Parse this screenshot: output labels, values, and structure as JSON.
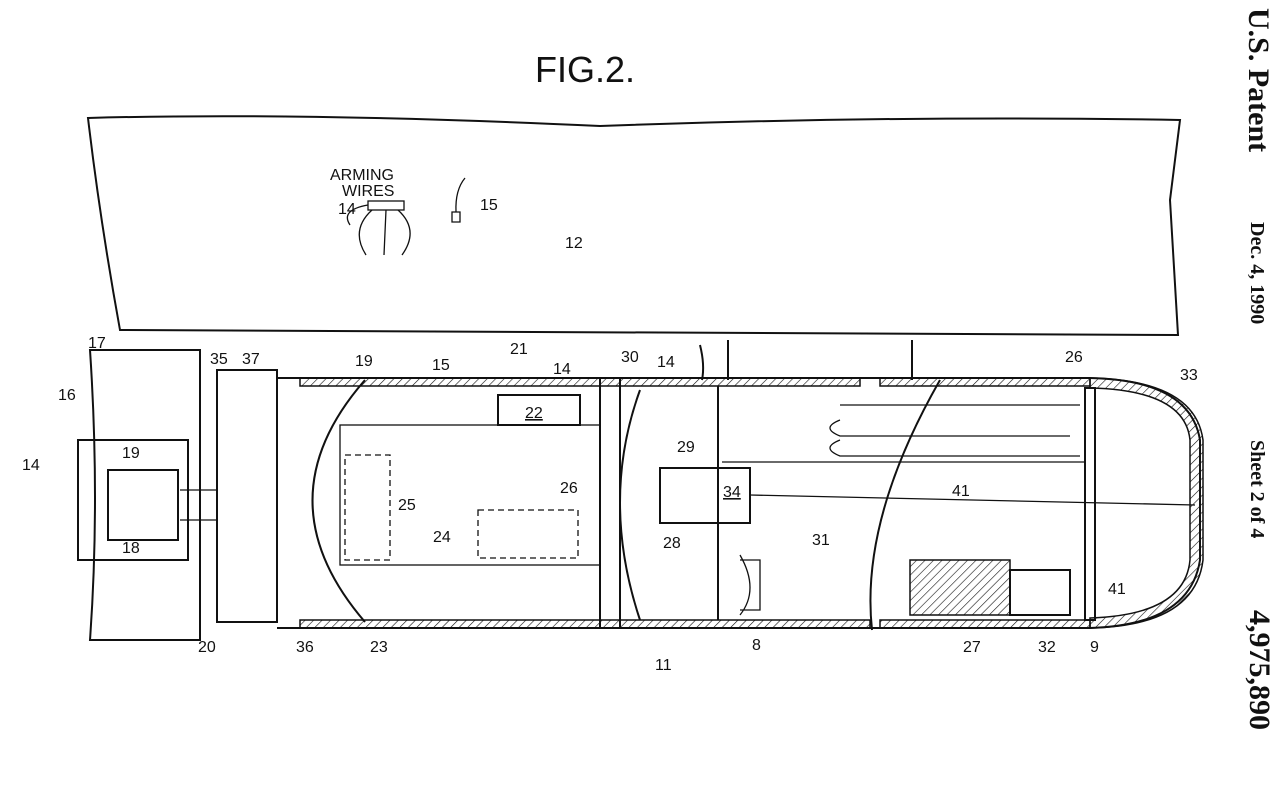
{
  "figure_title": "FIG.2.",
  "sidebar": {
    "patent": "U.S. Patent",
    "date": "Dec. 4, 1990",
    "sheet": "Sheet 2 of 4",
    "number": "4,975,890"
  },
  "arming_wires": [
    "ARMING",
    "WIRES"
  ],
  "labels": [
    "12",
    "14",
    "15",
    "17",
    "16",
    "14",
    "19",
    "18",
    "20",
    "35",
    "37",
    "36",
    "19",
    "15",
    "21",
    "14",
    "22",
    "25",
    "26",
    "24",
    "23",
    "11",
    "30",
    "14",
    "29",
    "34",
    "28",
    "31",
    "8",
    "41",
    "26",
    "33",
    "41",
    "27",
    "32",
    "9"
  ]
}
